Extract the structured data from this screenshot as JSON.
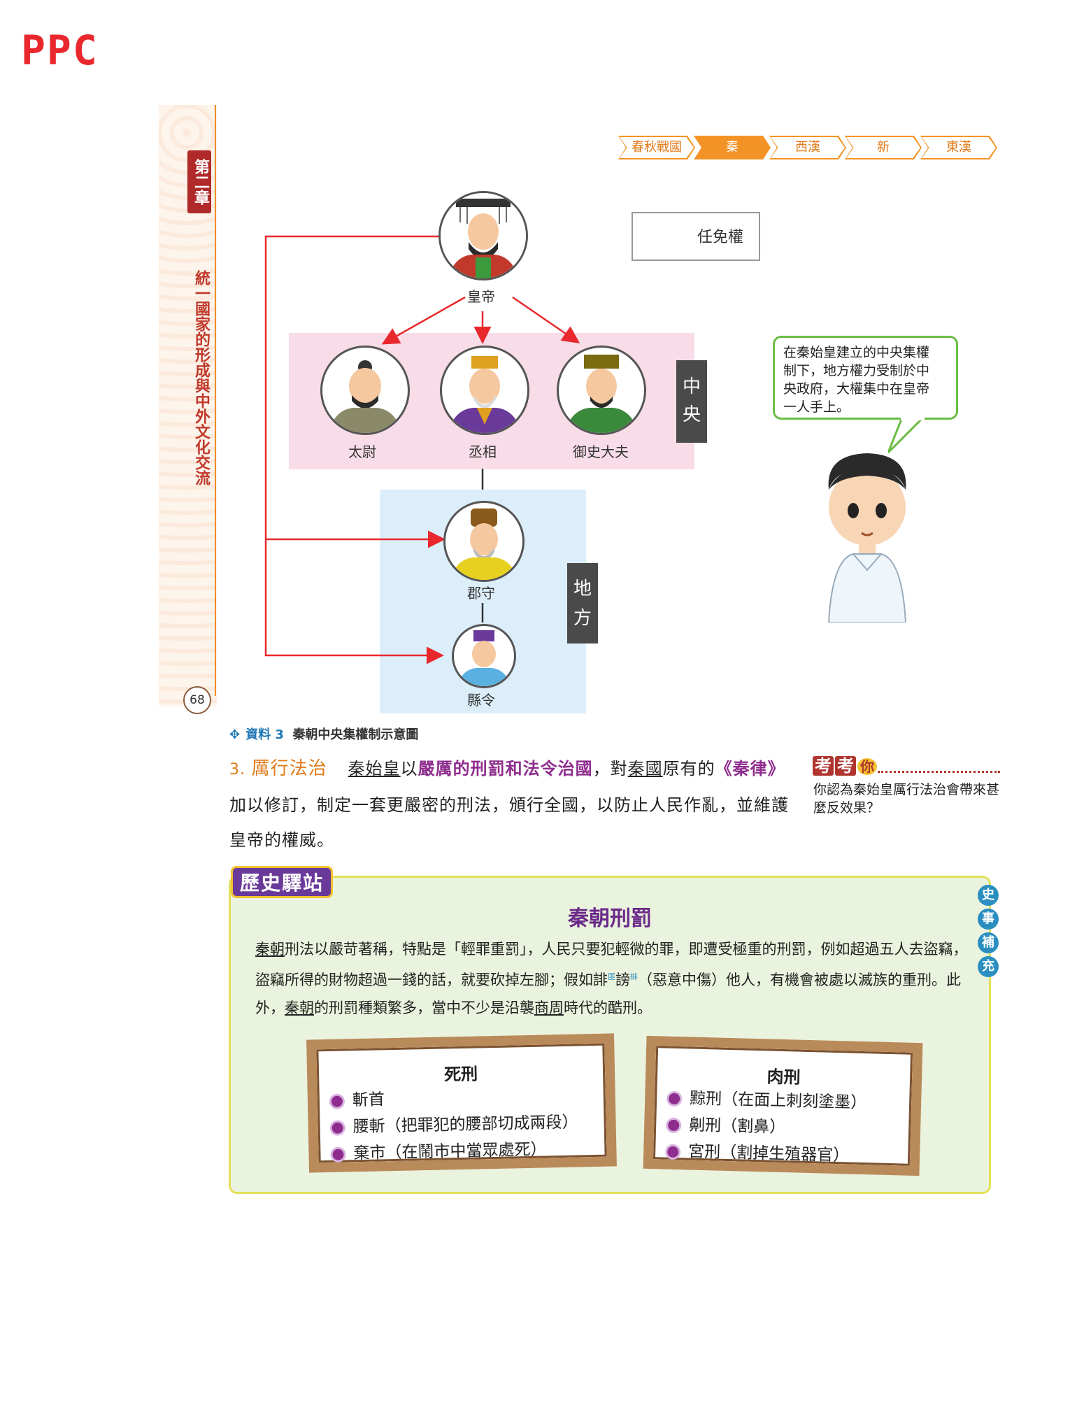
{
  "brand": {
    "logo": "PPC"
  },
  "chapter": {
    "badge": "第二章",
    "title": "統一國家的形成與中外文化交流",
    "page_number": "68"
  },
  "timeline": {
    "items": [
      "春秋戰國",
      "秦",
      "西漢",
      "新",
      "東漢"
    ],
    "active": "秦"
  },
  "diagram": {
    "legend": "任免權",
    "emperor": "皇帝",
    "central_label": [
      "中",
      "央"
    ],
    "local_label": [
      "地",
      "方"
    ],
    "central_officials": [
      "太尉",
      "丞相",
      "御史大夫"
    ],
    "local_officials": [
      "郡守",
      "縣令"
    ],
    "colors": {
      "arrow": "#e8282d",
      "central_bg": "#f8dde9",
      "local_bg": "#dceefa"
    }
  },
  "bubble": {
    "lines": [
      "在秦始皇建立的中央集權",
      "制下，地方權力受制於中",
      "央政府，大權集中在皇帝",
      "一人手上。"
    ]
  },
  "caption": {
    "marker": "✥",
    "source": "資料 3",
    "title": "秦朝中央集權制示意圖"
  },
  "section3": {
    "num": "3.",
    "heading": "厲行法治",
    "t1": "秦始皇",
    "t2": "以",
    "em1": "嚴厲的刑罰和法令治國",
    "t3": "，對",
    "t4": "秦國",
    "t5": "原有的",
    "em2": "《秦律》",
    "t6": "加以修訂，制定一套更嚴密的刑法，頒行全國，以防止人民作亂，並維護皇帝的權威。"
  },
  "quiz": {
    "badge1": "考",
    "badge2": "考",
    "badge3": "你",
    "text": "你認為秦始皇厲行法治會帶來甚麼反效果？"
  },
  "station": {
    "badge": "歷史驛站",
    "side_tags": [
      "史",
      "事",
      "補",
      "充"
    ],
    "title": "秦朝刑罰",
    "body": {
      "a1": "秦朝",
      "a2": "刑法以嚴苛著稱，特點是「輕罪重罰」，人民只要犯輕微的罪，即遭受極重的刑罰，例如超過五人去盜竊，盜竊所得的財物超過一錢的話，就要砍掉左腳；假如誹",
      "sup1": "匪",
      "a3": "謗",
      "sup2": "蚌",
      "a4": "（惡意中傷）他人，有機會被處以滅族的重刑。此外，",
      "a5": "秦朝",
      "a6": "的刑罰種類繁多，當中不少是沿襲",
      "a7": "商周",
      "a8": "時代的酷刑。"
    },
    "death_penalty": {
      "title": "死刑",
      "items": [
        "斬首",
        "腰斬（把罪犯的腰部切成兩段）",
        "棄市（在鬧市中當眾處死）"
      ]
    },
    "corporal_penalty": {
      "title": "肉刑",
      "items": [
        "黥刑（在面上刺刻塗墨）",
        "劓刑（割鼻）",
        "宮刑（割掉生殖器官）"
      ]
    }
  }
}
